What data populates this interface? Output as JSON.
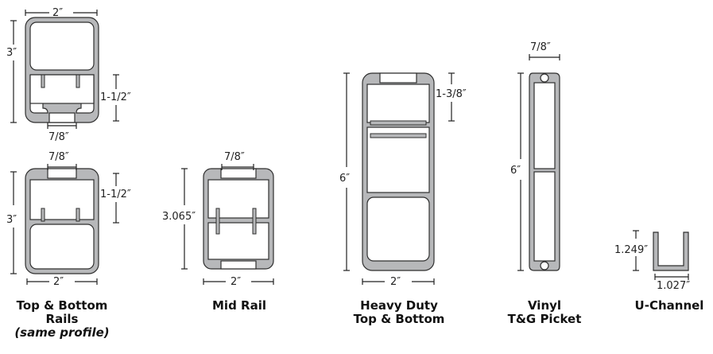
{
  "profiles": {
    "tb_top": {
      "width": "2″",
      "height": "3″",
      "gap": "7/8″",
      "chamber": "1-1/2″"
    },
    "tb_bottom": {
      "gap": "7/8″",
      "height": "3″",
      "chamber": "1-1/2″",
      "width": "2″"
    },
    "mid_rail": {
      "gap": "7/8″",
      "height": "3.065″",
      "width": "2″"
    },
    "heavy_duty": {
      "chamber": "1-3/8″",
      "height": "6″",
      "width": "2″"
    },
    "picket": {
      "width": "7/8″",
      "height": "6″"
    },
    "u_channel": {
      "height": "1.249″",
      "width": "1.027″"
    }
  },
  "captions": {
    "top_bottom_line1": "Top & Bottom",
    "top_bottom_line2": "Rails",
    "top_bottom_line3": "(same profile)",
    "mid_rail": "Mid Rail",
    "heavy_duty_line1": "Heavy Duty",
    "heavy_duty_line2": "Top & Bottom",
    "picket_line1": "Vinyl",
    "picket_line2": "T&G Picket",
    "u_channel": "U-Channel"
  },
  "colors": {
    "profile_fill": "#b7b8ba",
    "outline": "#2f2f2f"
  }
}
